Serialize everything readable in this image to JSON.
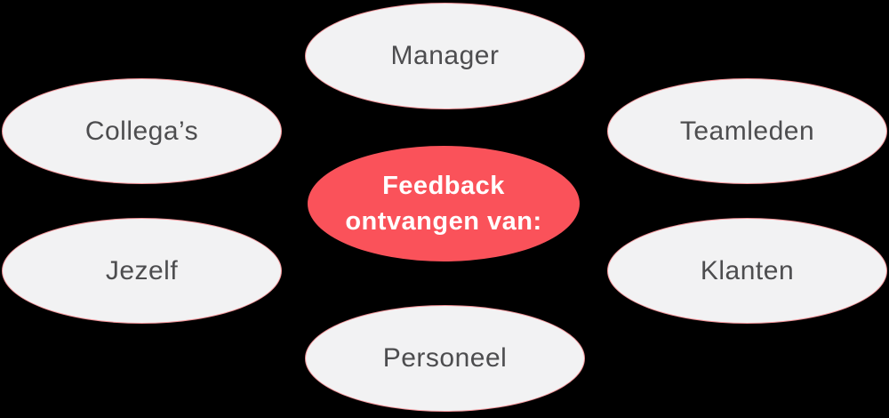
{
  "diagram": {
    "title": "Feedback ontvangen van",
    "center": {
      "label_line1": "Feedback",
      "label_line2": "ontvangen van:"
    },
    "nodes": [
      {
        "id": "manager",
        "label": "Manager"
      },
      {
        "id": "collegas",
        "label": "Collega’s"
      },
      {
        "id": "teamleden",
        "label": "Teamleden"
      },
      {
        "id": "jezelf",
        "label": "Jezelf"
      },
      {
        "id": "klanten",
        "label": "Klanten"
      },
      {
        "id": "personeel",
        "label": "Personeel"
      }
    ],
    "colors": {
      "background": "#000000",
      "center_fill": "#fa525a",
      "center_text": "#ffffff",
      "node_fill": "#f2f2f3",
      "node_border": "#f29398",
      "node_text": "#4d4d4f"
    }
  }
}
